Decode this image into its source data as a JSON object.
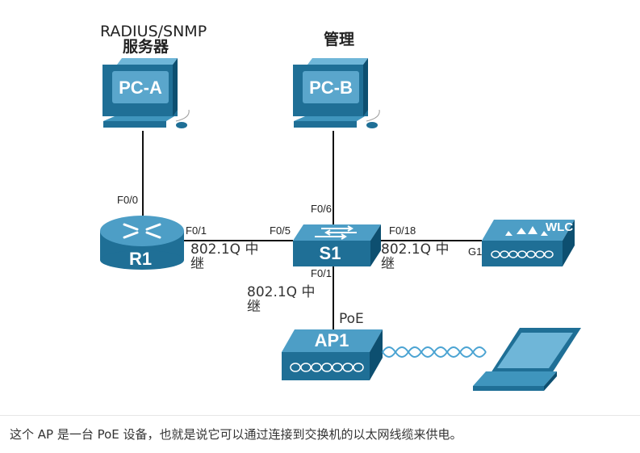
{
  "devices": {
    "pc_a": {
      "name": "PC-A",
      "caption_line1": "RADIUS/SNMP",
      "caption_line2": "服务器"
    },
    "pc_b": {
      "name": "PC-B",
      "caption": "管理"
    },
    "r1": {
      "name": "R1"
    },
    "s1": {
      "name": "S1"
    },
    "wlc": {
      "name": "WLC"
    },
    "ap1": {
      "name": "AP1"
    }
  },
  "ports": {
    "r1_top": "F0/0",
    "r1_right": "F0/1",
    "s1_left": "F0/5",
    "s1_top": "F0/6",
    "s1_right": "F0/18",
    "s1_bottom": "F0/1",
    "wlc_left": "G1"
  },
  "link_labels": {
    "trunk_line1": "802.1Q 中",
    "trunk_line2": "继",
    "poe": "PoE"
  },
  "colors": {
    "device_body": "#1f6f96",
    "device_light": "#3f95bd",
    "device_dark": "#0d4f70",
    "cable": "#111111",
    "wireless": "#4aa3d2"
  },
  "caption": "这个 AP 是一台 PoE 设备，也就是说它可以通过连接到交换机的以太网线缆来供电。"
}
